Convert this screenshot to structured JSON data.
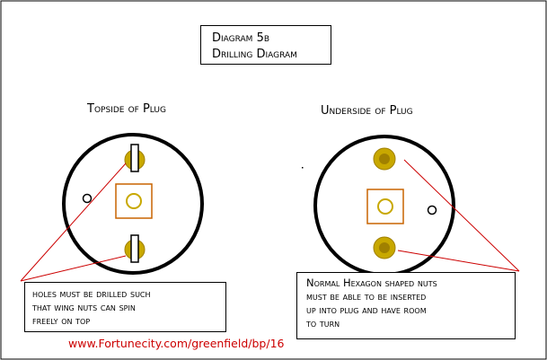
{
  "title": {
    "line1": "Diagram 5b",
    "line2": "Drilling Diagram"
  },
  "topside": {
    "label": "Topside of Plug",
    "note_lines": [
      "holes must be drilled such",
      "that wing nuts can spin",
      "freely on top"
    ]
  },
  "underside": {
    "label": "Underside of Plug",
    "note_lines": [
      "Normal Hexagon shaped nuts",
      "must be able to be inserted",
      "up into plug and have room",
      "to turn"
    ]
  },
  "footer": {
    "url": "www.Fortunecity.com/greenfield/bp/16"
  },
  "colors": {
    "outline": "#000000",
    "hole_fill": "#c8a800",
    "hole_dark": "#a08000",
    "hole_ring": "#ffff00",
    "center_square": "#c86400",
    "leader_line": "#cc0000",
    "url_text": "#cc0000"
  }
}
